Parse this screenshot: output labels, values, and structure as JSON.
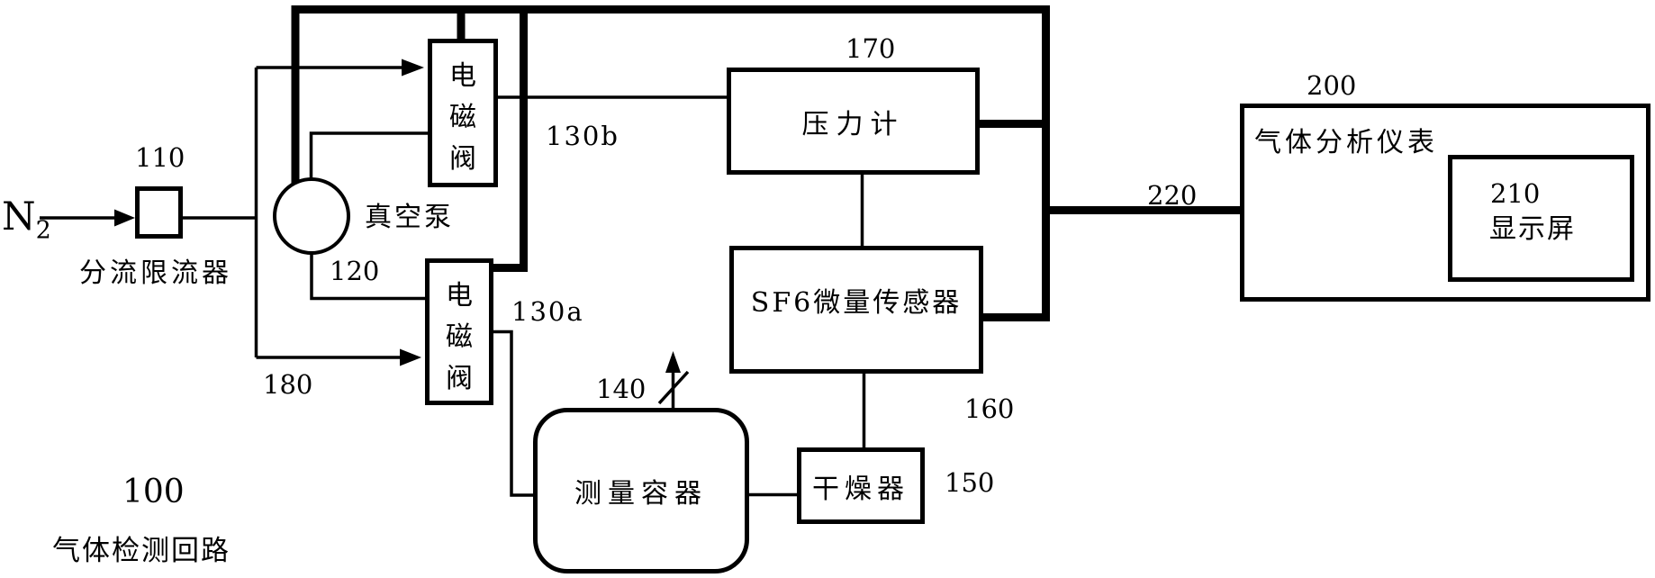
{
  "palette": {
    "ink": "#000000",
    "background": "#ffffff"
  },
  "diagram": {
    "circuit_ref": "100",
    "circuit_label": "气体检测回路",
    "inlet": {
      "gas": "N",
      "subscript": "2"
    },
    "splitter": {
      "ref": "110",
      "label": "分流限流器"
    },
    "pump": {
      "ref": "120",
      "label": "真空泵"
    },
    "valve_top": {
      "ref": "130b",
      "label": "电磁阀"
    },
    "valve_bottom": {
      "ref": "130a",
      "label": "电磁阀"
    },
    "vessel": {
      "ref": "140",
      "label": "测量容器"
    },
    "dryer": {
      "ref": "150",
      "label": "干燥器"
    },
    "sensor": {
      "ref": "160",
      "label": "SF6微量传感器"
    },
    "gauge": {
      "ref": "170",
      "label": "压力计"
    },
    "bypass_ref": "180",
    "analyzer": {
      "ref": "200",
      "label": "气体分析仪表"
    },
    "display": {
      "ref": "210",
      "label": "显示屏"
    },
    "link_ref": "220"
  }
}
